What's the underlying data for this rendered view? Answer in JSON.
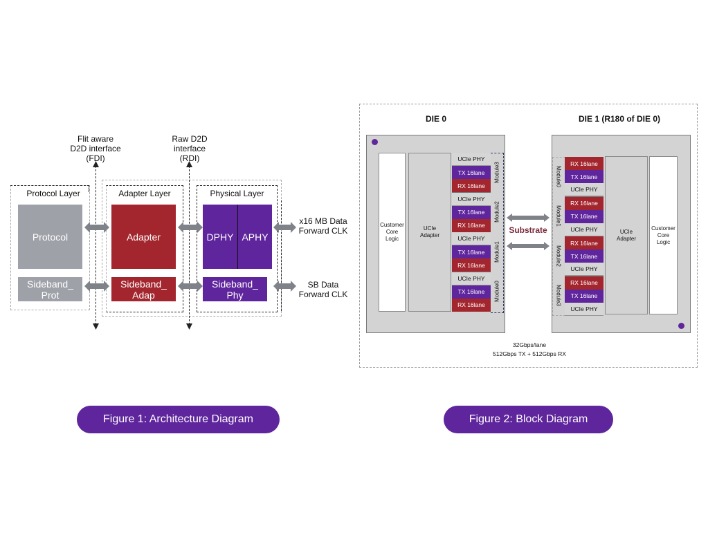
{
  "figure1": {
    "interfaces": {
      "fdi": [
        "Flit aware",
        "D2D interface",
        "(FDI)"
      ],
      "rdi": [
        "Raw D2D",
        "interface",
        "(RDI)"
      ]
    },
    "layers": {
      "protocol": {
        "title": "Protocol Layer",
        "main": "Protocol",
        "sideband": [
          "Sideband_",
          "Prot"
        ]
      },
      "adapter": {
        "title": "Adapter Layer",
        "main": "Adapter",
        "sideband": [
          "Sideband_",
          "Adap"
        ]
      },
      "physical": {
        "title": "Physical Layer",
        "dphy": "DPHY",
        "aphy": "APHY",
        "sideband": [
          "Sideband_",
          "Phy"
        ]
      }
    },
    "external": {
      "mainband": [
        "x16 MB Data",
        "Forward CLK"
      ],
      "sideband": [
        "SB Data",
        "Forward CLK"
      ]
    },
    "caption": "Figure 1:  Architecture Diagram"
  },
  "figure2": {
    "die0": {
      "title": "DIE 0",
      "core": [
        "Customer",
        "Core",
        "Logic"
      ],
      "adapter": [
        "UCIe",
        "Adapter"
      ],
      "modules": [
        {
          "name": "Module3",
          "cells": [
            "UCIe PHY",
            "TX 16lane",
            "RX 16lane"
          ]
        },
        {
          "name": "Module2",
          "cells": [
            "UCIe PHY",
            "TX 16lane",
            "RX 16lane"
          ]
        },
        {
          "name": "Module1",
          "cells": [
            "UCIe PHY",
            "TX 16lane",
            "RX 16lane"
          ]
        },
        {
          "name": "Module0",
          "cells": [
            "UCIe PHY",
            "TX 16lane",
            "RX 16lane"
          ]
        }
      ]
    },
    "die1": {
      "title": "DIE 1  (R180 of DIE 0)",
      "core": [
        "Customer",
        "Core",
        "Logic"
      ],
      "adapter": [
        "UCIe",
        "Adapter"
      ],
      "modules": [
        {
          "name": "Module0",
          "cells": [
            "RX 16lane",
            "TX 16lane",
            "UCIe PHY"
          ]
        },
        {
          "name": "Module1",
          "cells": [
            "RX 16lane",
            "TX 16lane",
            "UCIe PHY"
          ]
        },
        {
          "name": "Module2",
          "cells": [
            "RX 16lane",
            "TX 16lane",
            "UCIe PHY"
          ]
        },
        {
          "name": "Module3",
          "cells": [
            "RX 16lane",
            "TX 16lane",
            "UCIe PHY"
          ]
        }
      ]
    },
    "substrate": "Substrate",
    "rate": [
      "32Gbps/lane",
      "512Gbps TX + 512Gbps RX"
    ],
    "caption": "Figure 2:  Block Diagram",
    "colors": {
      "tx": "#5f259c",
      "rx": "#a3262e",
      "phy": "#d6d6d6",
      "substrate_text": "#7a2a3a"
    }
  }
}
